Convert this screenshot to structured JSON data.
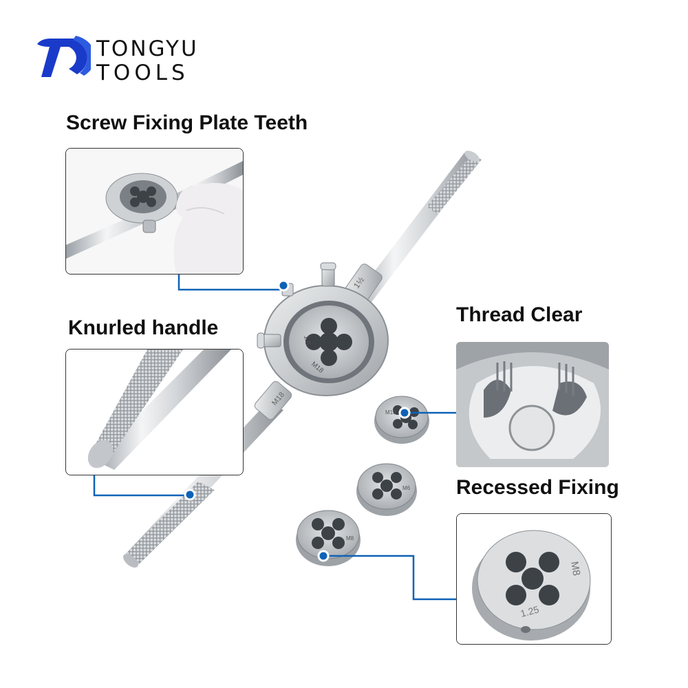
{
  "brand": {
    "line1": "TONGYU",
    "line2": "TOOLS",
    "accent_color": "#1a3bc9"
  },
  "features": {
    "screw_fixing": {
      "title": "Screw Fixing Plate Teeth"
    },
    "knurled_handle": {
      "title": "Knurled handle"
    },
    "thread_clear": {
      "title": "Thread Clear"
    },
    "recessed_fixing": {
      "title": "Recessed Fixing"
    }
  },
  "die_markings": {
    "wrench_size": "M18",
    "wrench_pitch": "1.5",
    "wrench_side": "M18",
    "die_small": "M8",
    "die_small_pitch": "1.25"
  },
  "callout_color": "#0e62b6"
}
